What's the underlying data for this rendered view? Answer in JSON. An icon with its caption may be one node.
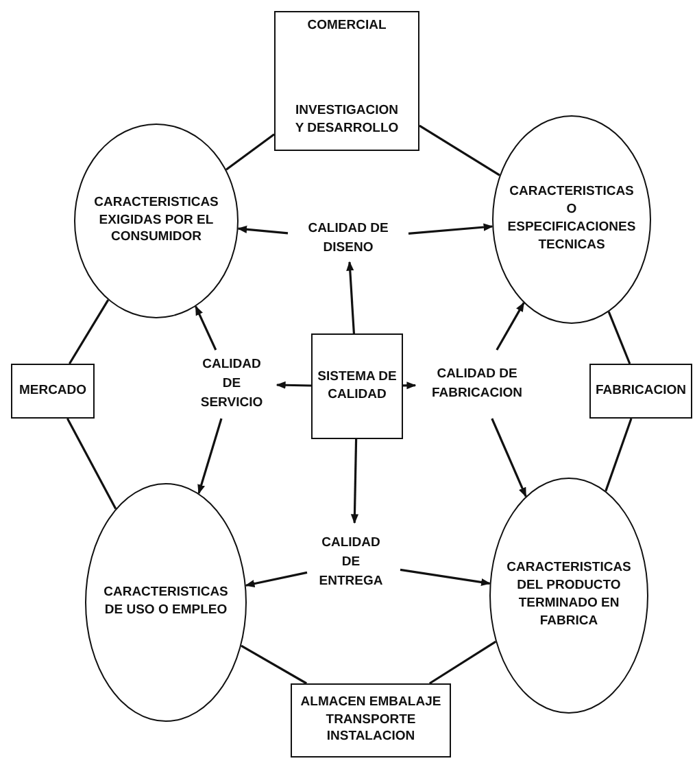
{
  "diagram": {
    "nodes": [
      {
        "text": [
          "COMERCIAL",
          "INVESTIGACION Y DESARROLLO"
        ]
      },
      {
        "text": [
          "CARACTERISTICAS EXIGIDAS POR EL CONSUMIDOR"
        ]
      },
      {
        "text": [
          "CARACTERISTICAS O ESPECIFICACIONES TECNICAS"
        ]
      },
      {
        "text": [
          "MERCADO"
        ]
      },
      {
        "text": [
          "SISTEMA DE CALIDAD"
        ]
      },
      {
        "text": [
          "FABRICACION"
        ]
      },
      {
        "text": [
          "CARACTERISTICAS DE USO O EMPLEO"
        ]
      },
      {
        "text": [
          "CARACTERISTICAS DEL PRODUCTO TERMINADO EN FABRICA"
        ]
      },
      {
        "text": [
          "ALMACEN EMBALAJE TRANSPORTE INSTALACION"
        ]
      },
      {
        "text": [
          "CALIDAD DE DISENO"
        ]
      },
      {
        "text": [
          "CALIDAD DE SERVICIO"
        ]
      },
      {
        "text": [
          "CALIDAD DE FABRICACION"
        ]
      },
      {
        "text": [
          "CALIDAD DE ENTREGA"
        ]
      }
    ],
    "edges": [
      {
        "from": 0,
        "to": 1,
        "arrow": "none"
      },
      {
        "from": 0,
        "to": 2,
        "arrow": "none"
      },
      {
        "from": 3,
        "to": 1,
        "arrow": "none"
      },
      {
        "from": 3,
        "to": 6,
        "arrow": "none"
      },
      {
        "from": 5,
        "to": 2,
        "arrow": "none"
      },
      {
        "from": 5,
        "to": 7,
        "arrow": "none"
      },
      {
        "from": 8,
        "to": 6,
        "arrow": "none"
      },
      {
        "from": 8,
        "to": 7,
        "arrow": "none"
      },
      {
        "from": 4,
        "to": 9,
        "arrow": "to"
      },
      {
        "from": 9,
        "to": 1,
        "arrow": "to"
      },
      {
        "from": 9,
        "to": 2,
        "arrow": "to"
      },
      {
        "from": 4,
        "to": 10,
        "arrow": "to"
      },
      {
        "from": 10,
        "to": 1,
        "arrow": "to"
      },
      {
        "from": 10,
        "to": 6,
        "arrow": "to"
      },
      {
        "from": 4,
        "to": 11,
        "arrow": "to"
      },
      {
        "from": 11,
        "to": 2,
        "arrow": "to"
      },
      {
        "from": 11,
        "to": 7,
        "arrow": "to"
      },
      {
        "from": 4,
        "to": 12,
        "arrow": "to"
      },
      {
        "from": 12,
        "to": 6,
        "arrow": "to"
      },
      {
        "from": 12,
        "to": 7,
        "arrow": "to"
      }
    ]
  }
}
